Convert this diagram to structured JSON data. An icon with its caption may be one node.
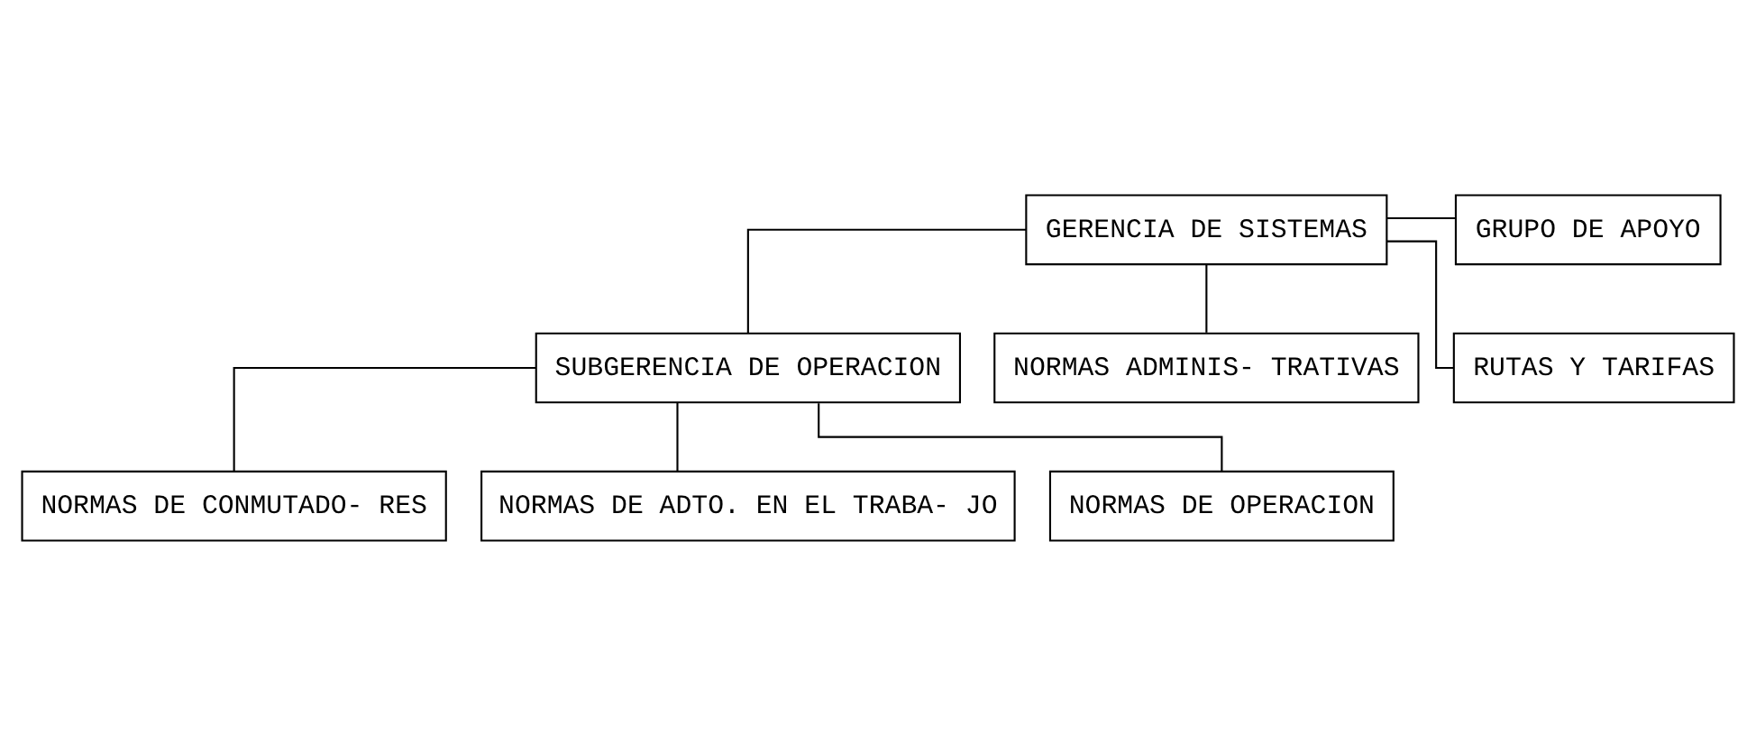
{
  "diagram": {
    "nodes": [
      {
        "text": [
          "GERENCIA DE SISTEMAS"
        ]
      },
      {
        "text": [
          "GRUPO DE APOYO"
        ]
      },
      {
        "text": [
          "SUBGERENCIA DE OPERACION"
        ]
      },
      {
        "text": [
          "NORMAS DE CONMUTADO- RES"
        ]
      },
      {
        "text": [
          "NORMAS DE ADTO. EN EL TRABA- JO"
        ]
      },
      {
        "text": [
          "NORMAS DE OPERACION"
        ]
      },
      {
        "text": [
          "NORMAS ADMINIS- TRATIVAS"
        ]
      },
      {
        "text": [
          "RUTAS Y TARIFAS"
        ]
      }
    ],
    "edges": [
      {
        "from": 0,
        "to": 1,
        "arrow": "none"
      },
      {
        "from": 0,
        "to": 2,
        "arrow": "none"
      },
      {
        "from": 0,
        "to": 6,
        "arrow": "none"
      },
      {
        "from": 0,
        "to": 7,
        "arrow": "none"
      },
      {
        "from": 2,
        "to": 3,
        "arrow": "none"
      },
      {
        "from": 2,
        "to": 4,
        "arrow": "none"
      },
      {
        "from": 2,
        "to": 5,
        "arrow": "none"
      }
    ]
  }
}
